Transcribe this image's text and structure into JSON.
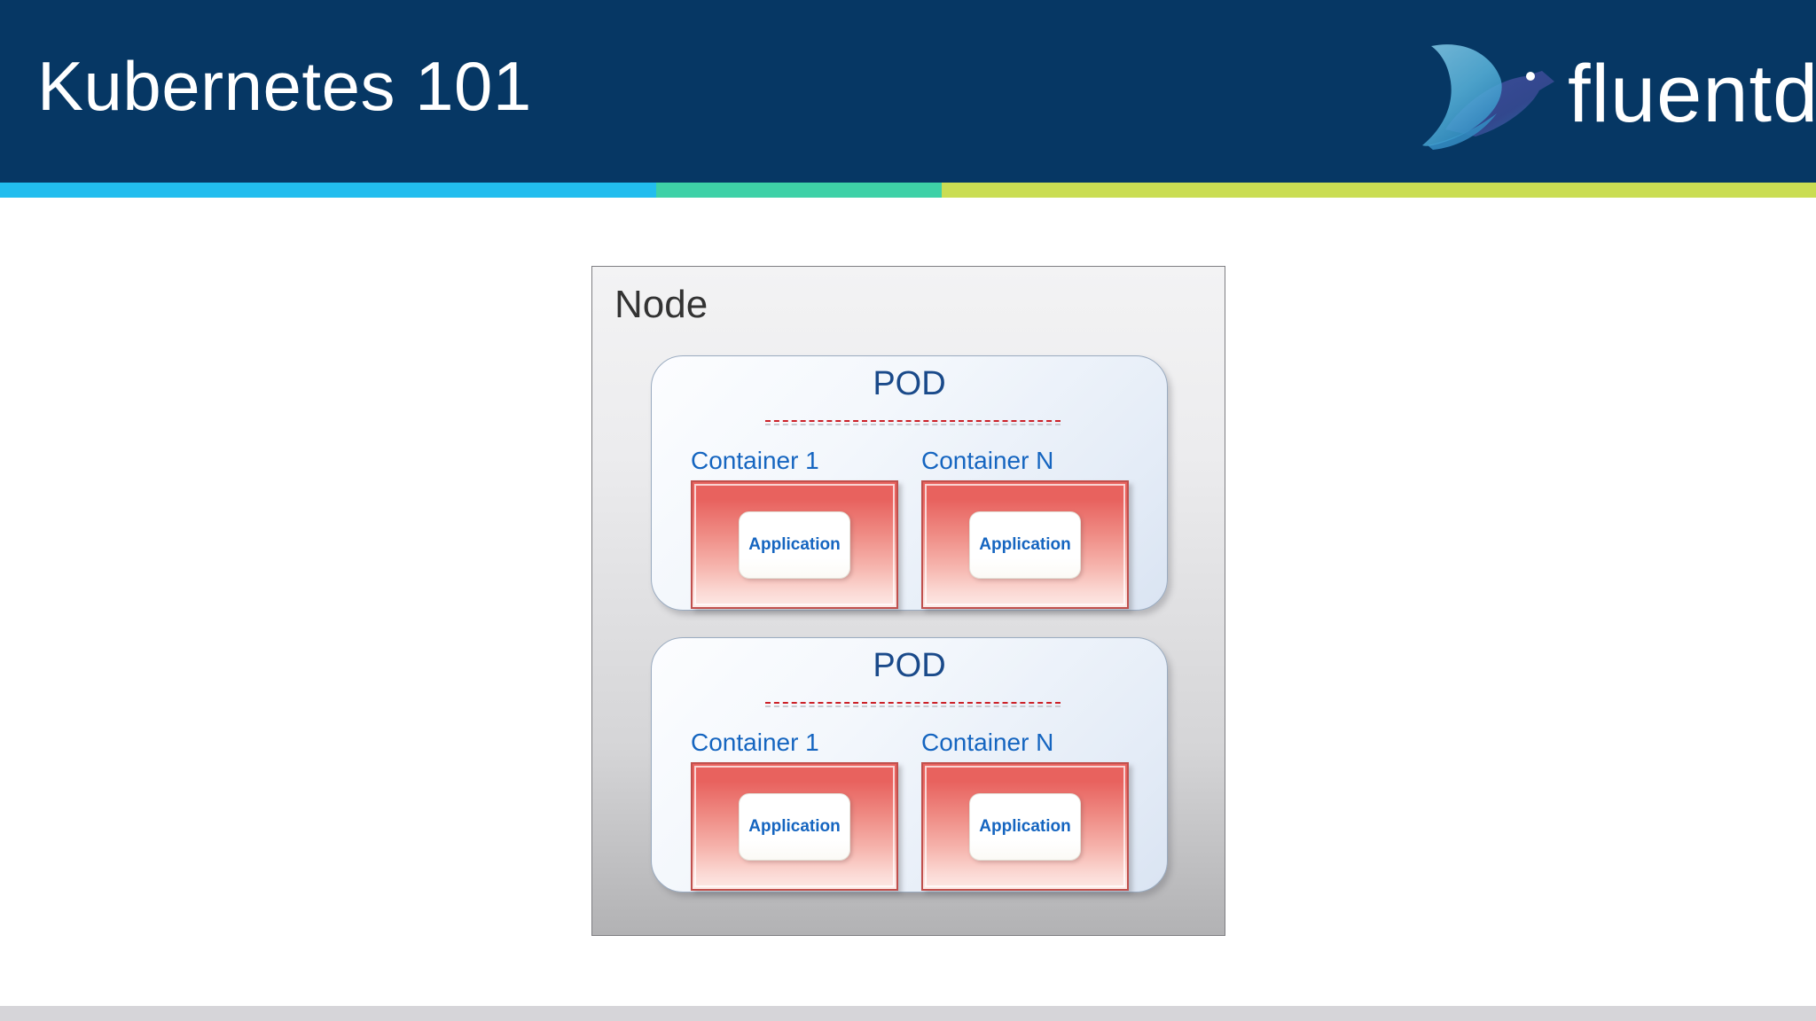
{
  "header": {
    "title": "Kubernetes 101",
    "brand_name": "fluentd",
    "brand_icon": "fluentd-bird-logo",
    "background_color": "#063764",
    "title_color": "#ffffff"
  },
  "accent_stripe": {
    "segments": [
      {
        "name": "cyan",
        "color": "#22bdee"
      },
      {
        "name": "green",
        "color": "#3ed1a7"
      },
      {
        "name": "yellow",
        "color": "#cadd53"
      }
    ]
  },
  "footer": {
    "bar_color": "#d6d5d9"
  },
  "diagram": {
    "node": {
      "label": "Node",
      "label_color": "#333333",
      "pods": [
        {
          "title": "POD",
          "title_color": "#1a4a8a",
          "divider_color": "#cc2128",
          "containers": [
            {
              "label": "Container 1",
              "label_color": "#1565c0",
              "app_label": "Application",
              "app_label_color": "#1565c0",
              "fill_color": "#e8625e",
              "border_color": "#c0504d"
            },
            {
              "label": "Container N",
              "label_color": "#1565c0",
              "app_label": "Application",
              "app_label_color": "#1565c0",
              "fill_color": "#e8625e",
              "border_color": "#c0504d"
            }
          ]
        },
        {
          "title": "POD",
          "title_color": "#1a4a8a",
          "divider_color": "#cc2128",
          "containers": [
            {
              "label": "Container 1",
              "label_color": "#1565c0",
              "app_label": "Application",
              "app_label_color": "#1565c0",
              "fill_color": "#e8625e",
              "border_color": "#c0504d"
            },
            {
              "label": "Container N",
              "label_color": "#1565c0",
              "app_label": "Application",
              "app_label_color": "#1565c0",
              "fill_color": "#e8625e",
              "border_color": "#c0504d"
            }
          ]
        }
      ]
    }
  }
}
